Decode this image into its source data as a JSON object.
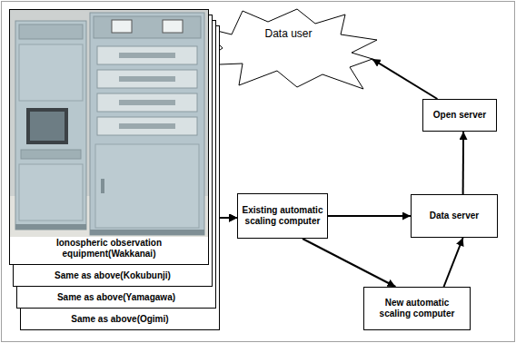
{
  "diagram": {
    "nodes": [
      {
        "text": [
          "Ionospheric observation equipment(Wakkanai)"
        ]
      },
      {
        "text": [
          "Same as above(Kokubunji)"
        ]
      },
      {
        "text": [
          "Same as above(Yamagawa)"
        ]
      },
      {
        "text": [
          "Same as above(Ogimi)"
        ]
      },
      {
        "text": [
          "Existing automatic scaling computer"
        ]
      },
      {
        "text": [
          "New automatic scaling computer"
        ]
      },
      {
        "text": [
          "Data server"
        ]
      },
      {
        "text": [
          "Open server"
        ]
      },
      {
        "text": [
          "Data user"
        ]
      }
    ],
    "edges": [
      {
        "from": 0,
        "to": 4,
        "arrow": "to"
      },
      {
        "from": 1,
        "to": 4,
        "arrow": "to"
      },
      {
        "from": 2,
        "to": 4,
        "arrow": "to"
      },
      {
        "from": 3,
        "to": 4,
        "arrow": "to"
      },
      {
        "from": 4,
        "to": 6,
        "arrow": "to"
      },
      {
        "from": 4,
        "to": 5,
        "arrow": "to"
      },
      {
        "from": 5,
        "to": 6,
        "arrow": "to"
      },
      {
        "from": 6,
        "to": 7,
        "arrow": "to"
      },
      {
        "from": 7,
        "to": 8,
        "arrow": "to"
      }
    ]
  }
}
